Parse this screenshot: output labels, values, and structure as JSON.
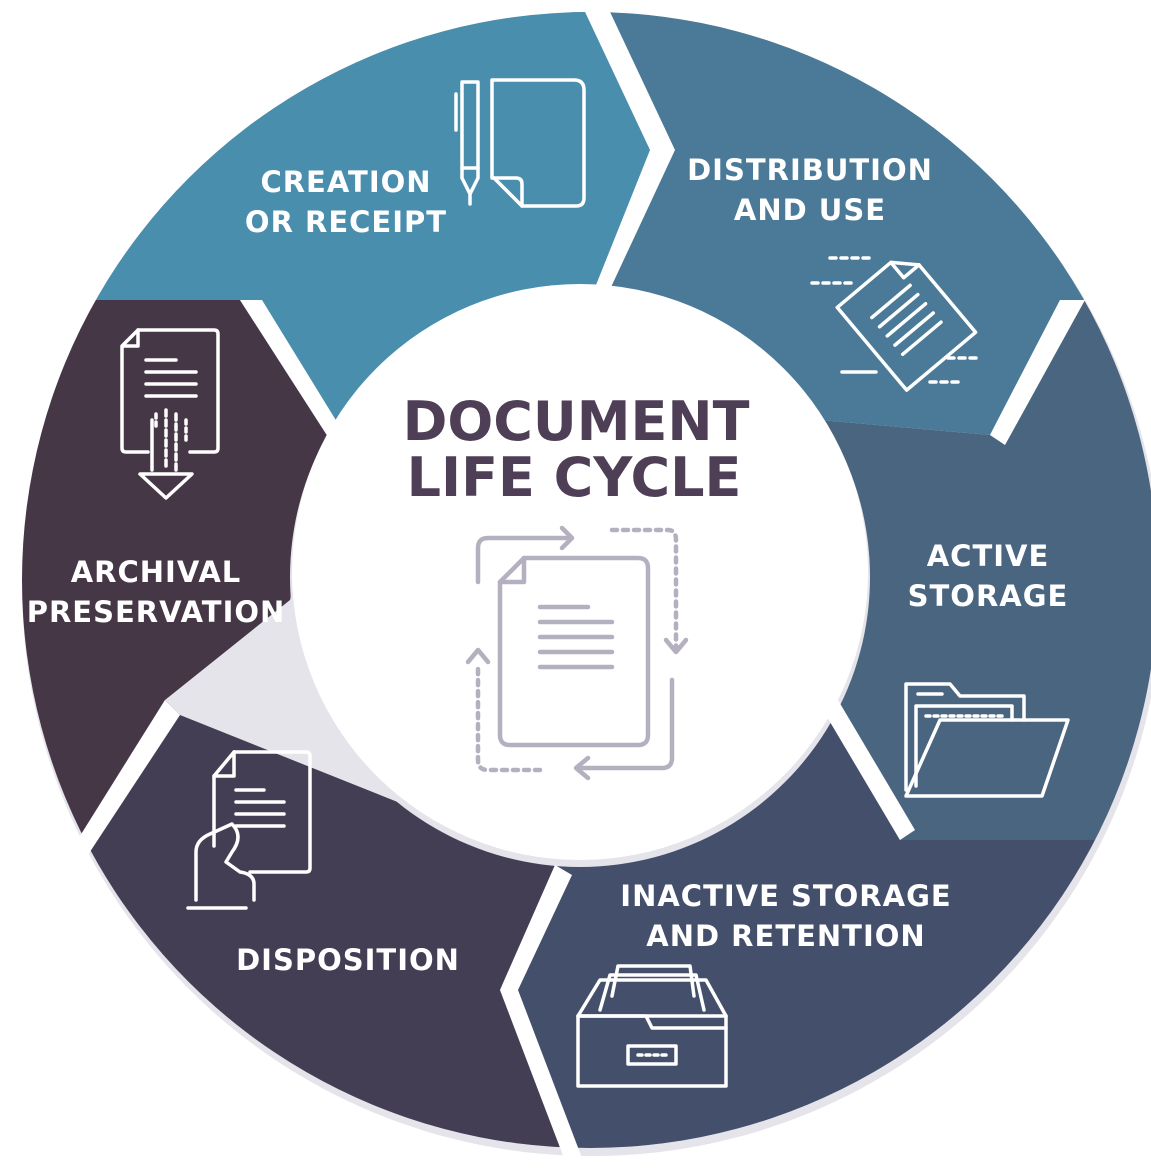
{
  "title": {
    "line1": "DOCUMENT",
    "line2": "LIFE CYCLE",
    "color": "#4e3f57"
  },
  "stages": [
    {
      "id": "creation",
      "lines": [
        "CREATION",
        "OR RECEIPT"
      ],
      "color": "#4a8eae",
      "icon": "pen-and-document-icon"
    },
    {
      "id": "distribution",
      "lines": [
        "DISTRIBUTION",
        "AND USE"
      ],
      "color": "#4a7a97",
      "icon": "sending-document-icon"
    },
    {
      "id": "active",
      "lines": [
        "ACTIVE",
        "STORAGE"
      ],
      "color": "#4a6580",
      "icon": "open-folder-icon"
    },
    {
      "id": "inactive",
      "lines": [
        "INACTIVE STORAGE",
        "AND RETENTION"
      ],
      "color": "#444f6c",
      "icon": "file-drawer-icon"
    },
    {
      "id": "disposition",
      "lines": [
        "DISPOSITION"
      ],
      "color": "#433e54",
      "icon": "hand-holding-document-icon"
    },
    {
      "id": "archival",
      "lines": [
        "ARCHIVAL",
        "PRESERVATION"
      ],
      "color": "#463747",
      "icon": "document-download-icon"
    }
  ],
  "colors": {
    "shadow": "#d9d9e0",
    "center_icon": "#b5b0c0"
  }
}
